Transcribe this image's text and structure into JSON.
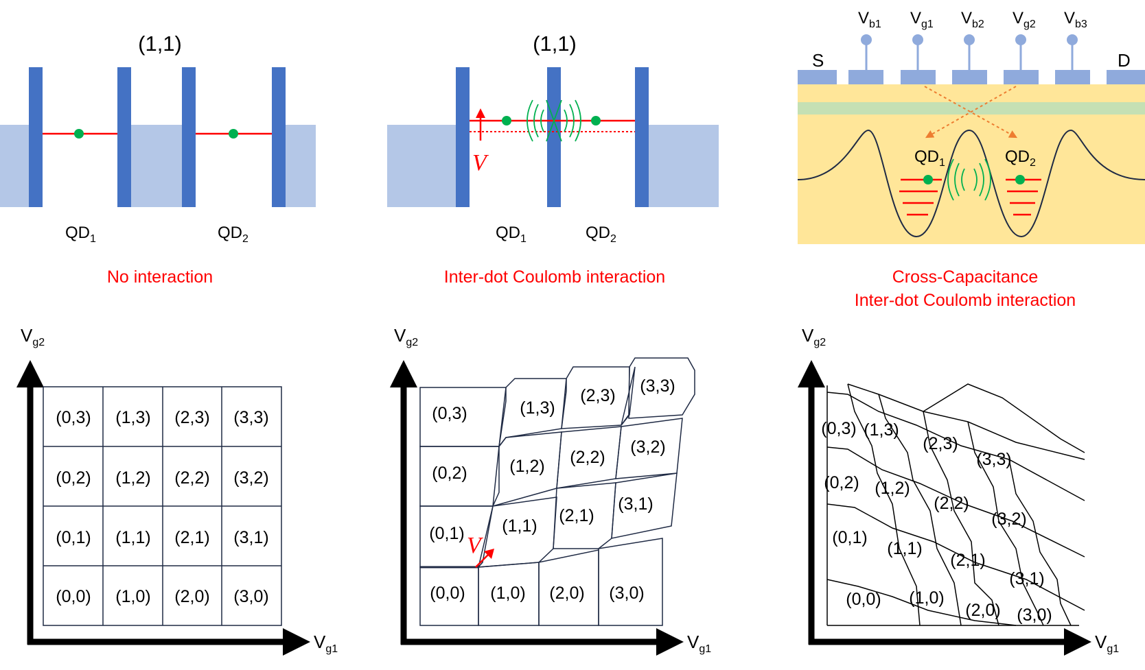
{
  "panels": {
    "left": {
      "state_label": "(1,1)",
      "dot1_label": "QD",
      "dot1_sub": "1",
      "dot2_label": "QD",
      "dot2_sub": "2",
      "caption": "No interaction"
    },
    "middle": {
      "state_label": "(1,1)",
      "bias_label": "V",
      "dot1_label": "QD",
      "dot1_sub": "1",
      "dot2_label": "QD",
      "dot2_sub": "2",
      "caption": "Inter-dot Coulomb interaction"
    },
    "right": {
      "source_label": "S",
      "drain_label": "D",
      "gates": [
        {
          "main": "V",
          "sub": "b1"
        },
        {
          "main": "V",
          "sub": "g1"
        },
        {
          "main": "V",
          "sub": "b2"
        },
        {
          "main": "V",
          "sub": "g2"
        },
        {
          "main": "V",
          "sub": "b3"
        }
      ],
      "dot1_label": "QD",
      "dot1_sub": "1",
      "dot2_label": "QD",
      "dot2_sub": "2",
      "caption_line1": "Cross-Capacitance",
      "caption_line2": "Inter-dot Coulomb interaction"
    }
  },
  "stability_diagrams": {
    "axis_x_main": "V",
    "axis_x_sub": "g1",
    "axis_y_main": "V",
    "axis_y_sub": "g2",
    "left_cells": [
      [
        "(0,3)",
        "(1,3)",
        "(2,3)",
        "(3,3)"
      ],
      [
        "(0,2)",
        "(1,2)",
        "(2,2)",
        "(3,2)"
      ],
      [
        "(0,1)",
        "(1,1)",
        "(2,1)",
        "(3,1)"
      ],
      [
        "(0,0)",
        "(1,0)",
        "(2,0)",
        "(3,0)"
      ]
    ],
    "middle_cells": [
      "(0,3)",
      "(1,3)",
      "(2,3)",
      "(3,3)",
      "(0,2)",
      "(1,2)",
      "(2,2)",
      "(3,2)",
      "(0,1)",
      "(1,1)",
      "(2,1)",
      "(3,1)",
      "(0,0)",
      "(1,0)",
      "(2,0)",
      "(3,0)"
    ],
    "middle_bias_label": "V",
    "right_cells": [
      "(0,3)",
      "(1,3)",
      "(2,3)",
      "(3,3)",
      "(0,2)",
      "(1,2)",
      "(2,2)",
      "(3,2)",
      "(0,1)",
      "(1,1)",
      "(2,1)",
      "(3,1)",
      "(0,0)",
      "(1,0)",
      "(2,0)",
      "(3,0)"
    ]
  },
  "colors": {
    "barrier": "#4472c4",
    "lead": "#b4c7e7",
    "level": "#ff0000",
    "electron": "#00b050",
    "coupling": "#00b050",
    "substrate": "#ffe699",
    "gate_metal": "#8faadc",
    "caption": "#ff0000"
  }
}
